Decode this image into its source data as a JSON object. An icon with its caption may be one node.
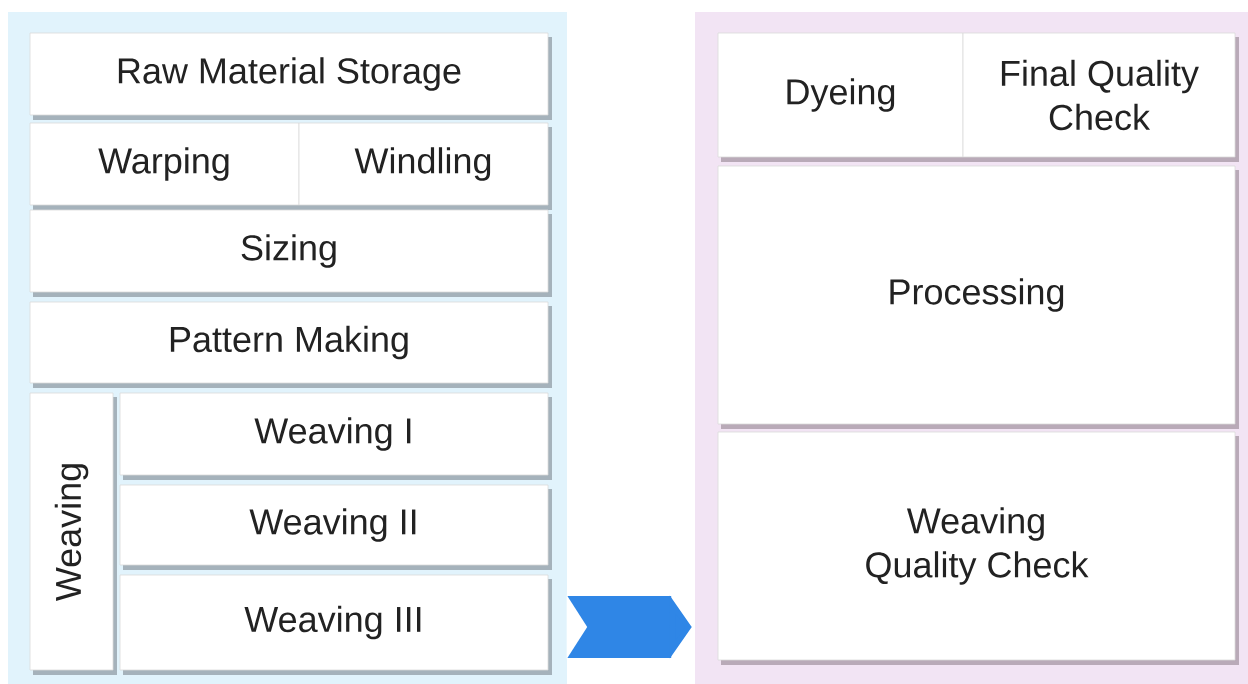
{
  "diagram": {
    "nodes": [
      {
        "text": [],
        "shape": "box"
      },
      {
        "text": [
          "Raw Material Storage"
        ],
        "in": 0
      },
      {
        "text": [
          "Warping"
        ],
        "in": 0
      },
      {
        "text": [
          "Windling"
        ],
        "in": 0
      },
      {
        "text": [
          "Sizing"
        ],
        "in": 0
      },
      {
        "text": [
          "Pattern Making"
        ],
        "in": 0
      },
      {
        "text": [
          "Weaving"
        ],
        "in": 0
      },
      {
        "text": [
          "Weaving I"
        ],
        "in": 0
      },
      {
        "text": [
          "Weaving II"
        ],
        "in": 0
      },
      {
        "text": [
          "Weaving III"
        ],
        "in": 0
      },
      {
        "text": [],
        "shape": "box"
      },
      {
        "text": [
          "Dyeing"
        ],
        "in": 10
      },
      {
        "text": [
          "Final Quality Check"
        ],
        "in": 10
      },
      {
        "text": [
          "Processing"
        ],
        "in": 10
      },
      {
        "text": [
          "Weaving Quality Check"
        ],
        "in": 10
      }
    ],
    "edges": [
      {
        "from": 0,
        "to": 10,
        "arrow": "to"
      }
    ]
  }
}
